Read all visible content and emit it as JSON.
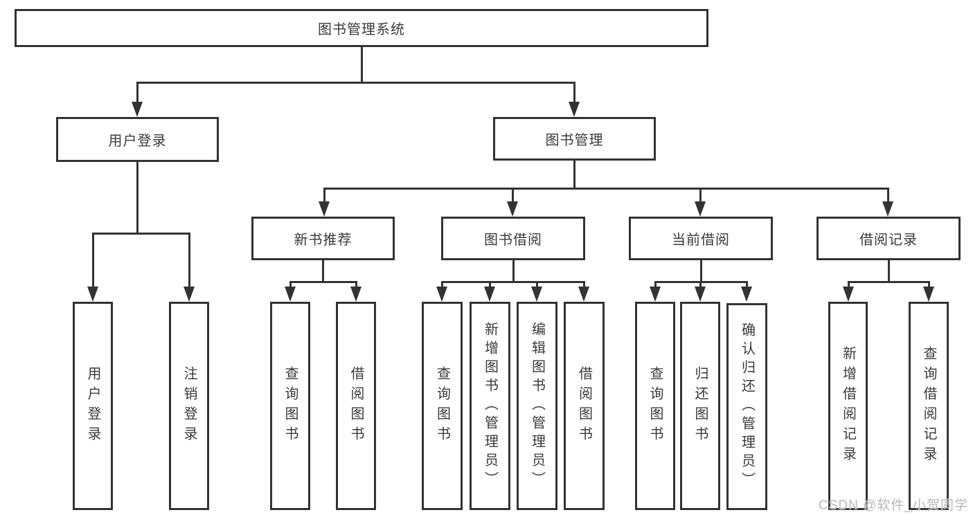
{
  "diagram": {
    "root": {
      "label": "图书管理系统"
    },
    "level2": [
      {
        "label": "用户登录"
      },
      {
        "label": "图书管理"
      }
    ],
    "level3": [
      {
        "label": "新书推荐"
      },
      {
        "label": "图书借阅"
      },
      {
        "label": "当前借阅"
      },
      {
        "label": "借阅记录"
      }
    ],
    "leaves": {
      "user_login": [
        "用户登录",
        "注销登录"
      ],
      "new_book_recommend": [
        "查询图书",
        "借阅图书"
      ],
      "book_borrow": [
        "查询图书",
        "新增图书（管理员）",
        "编辑图书（管理员）",
        "借阅图书"
      ],
      "current_borrow": [
        "查询图书",
        "归还图书",
        "确认归还（管理员）"
      ],
      "borrow_records": [
        "新增借阅记录",
        "查询借阅记录"
      ]
    }
  },
  "watermark": {
    "text": "CSDN @软件_小贺同学",
    "color": "#b8b8b8"
  },
  "colors": {
    "line": "#333333",
    "box_border": "#333333",
    "text": "#3a3a3a",
    "background": "#ffffff"
  }
}
